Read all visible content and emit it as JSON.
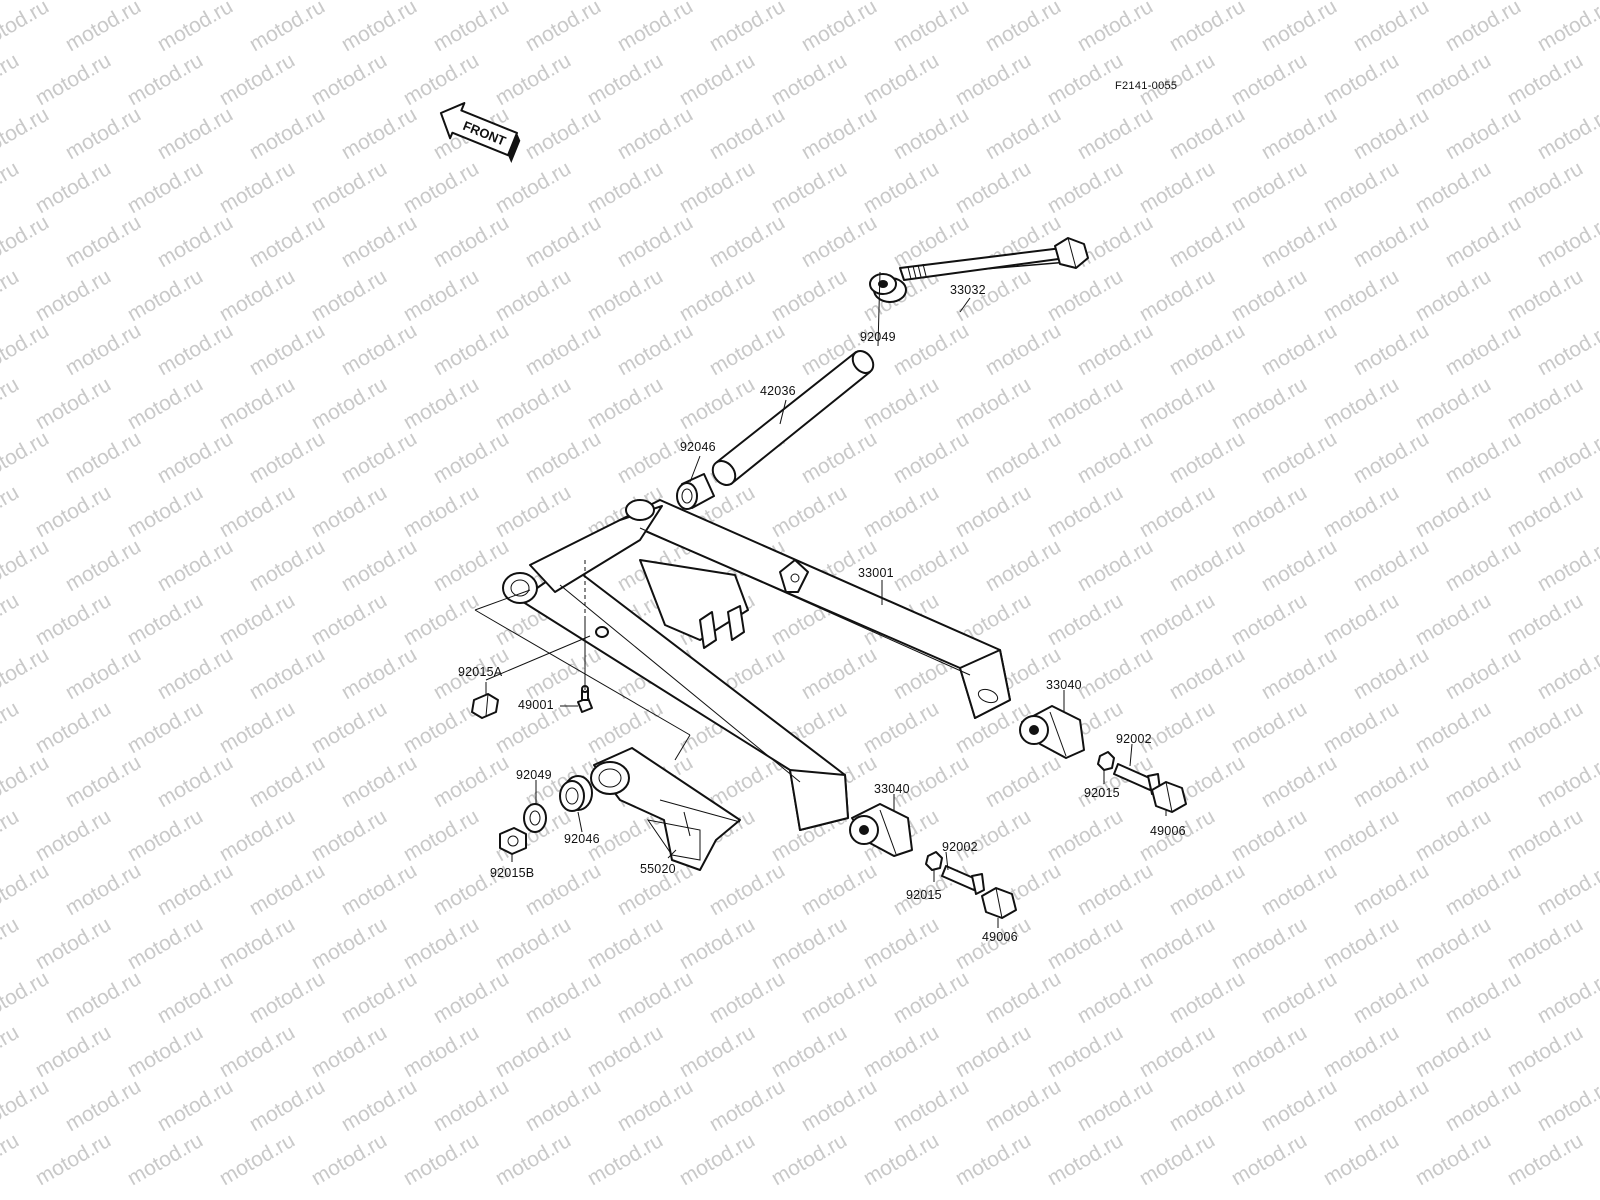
{
  "watermark": "motod.ru",
  "drawing_code": "F2141-0055",
  "front_label": "FRONT",
  "parts": [
    {
      "id": "p33032",
      "number": "33032"
    },
    {
      "id": "p92049a",
      "number": "92049"
    },
    {
      "id": "p42036",
      "number": "42036"
    },
    {
      "id": "p92046a",
      "number": "92046"
    },
    {
      "id": "p33001",
      "number": "33001"
    },
    {
      "id": "p92015A",
      "number": "92015A"
    },
    {
      "id": "p49001",
      "number": "49001"
    },
    {
      "id": "p33040a",
      "number": "33040"
    },
    {
      "id": "p92002a",
      "number": "92002"
    },
    {
      "id": "p92015a",
      "number": "92015"
    },
    {
      "id": "p49006a",
      "number": "49006"
    },
    {
      "id": "p92049b",
      "number": "92049"
    },
    {
      "id": "p92046b",
      "number": "92046"
    },
    {
      "id": "p92015B",
      "number": "92015B"
    },
    {
      "id": "p55020",
      "number": "55020"
    },
    {
      "id": "p33040b",
      "number": "33040"
    },
    {
      "id": "p92002b",
      "number": "92002"
    },
    {
      "id": "p92015b",
      "number": "92015"
    },
    {
      "id": "p49006b",
      "number": "49006"
    }
  ]
}
